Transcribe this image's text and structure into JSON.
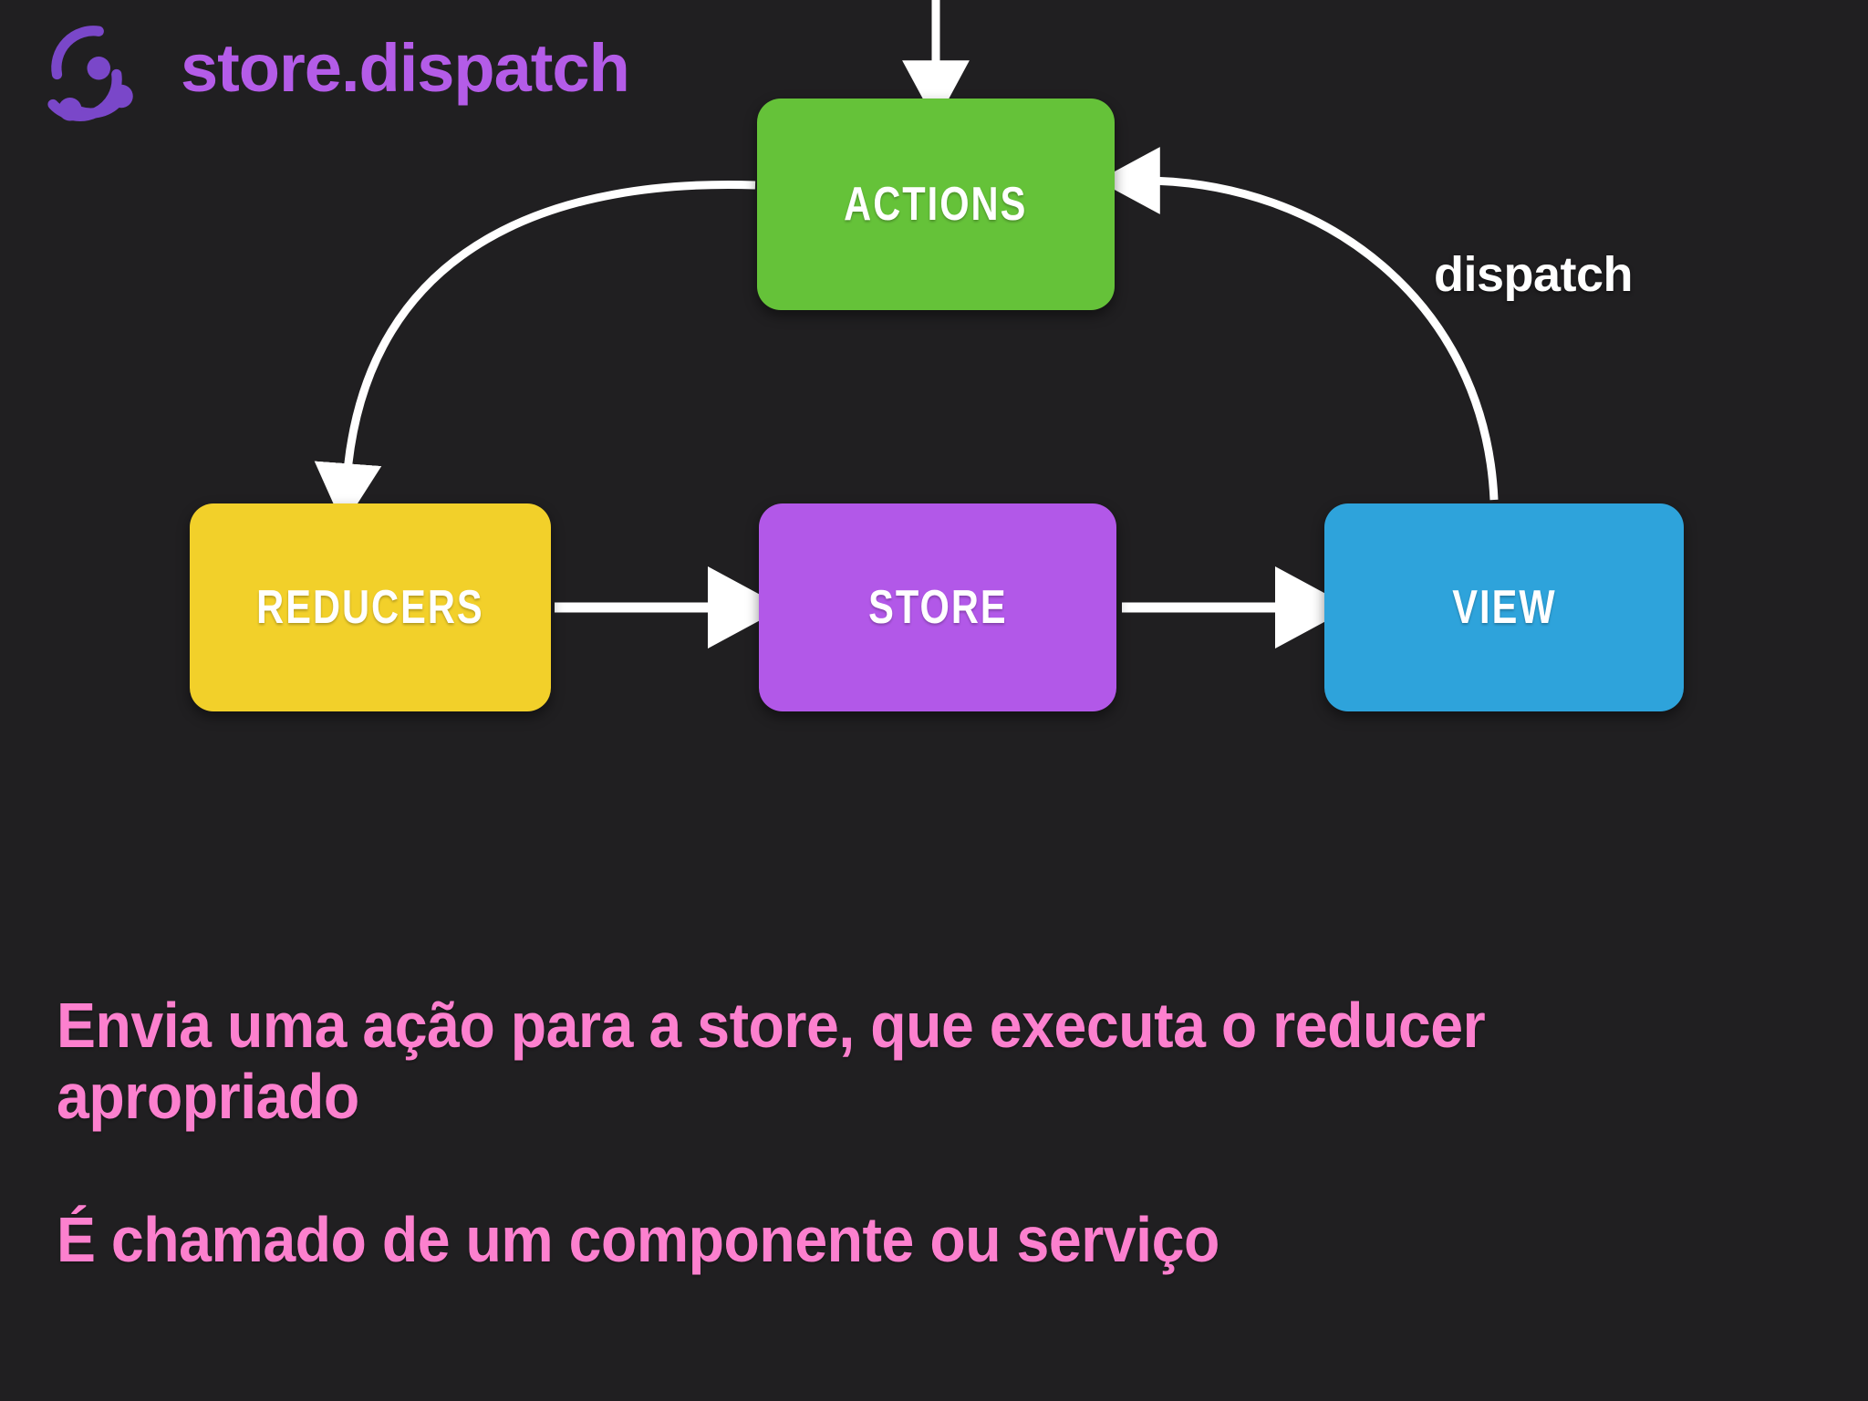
{
  "page": {
    "background_color": "#201F21"
  },
  "header": {
    "logo_icon": "redux-logo-icon",
    "title": "store.dispatch",
    "title_color": "#B45CE8"
  },
  "diagram": {
    "type": "flow-diagram",
    "nodes": [
      {
        "id": "actions",
        "label": "ACTIONS",
        "color": "#65C239"
      },
      {
        "id": "reducers",
        "label": "REDUCERS",
        "color": "#F2D02A"
      },
      {
        "id": "store",
        "label": "STORE",
        "color": "#B258E8"
      },
      {
        "id": "view",
        "label": "VIEW",
        "color": "#2EA3DB"
      }
    ],
    "edges": [
      {
        "from": "external",
        "to": "actions",
        "label": "",
        "style": "straight-arrow-down"
      },
      {
        "from": "actions",
        "to": "reducers",
        "label": "",
        "style": "curved-arrow-left-down"
      },
      {
        "from": "reducers",
        "to": "store",
        "label": "",
        "style": "straight-arrow-right"
      },
      {
        "from": "store",
        "to": "view",
        "label": "",
        "style": "straight-arrow-right"
      },
      {
        "from": "view",
        "to": "actions",
        "label": "dispatch",
        "style": "curved-arrow-up-left"
      }
    ],
    "edge_labels": {
      "dispatch": "dispatch"
    },
    "arrow_color": "#FFFFFF"
  },
  "captions": {
    "color": "#FC80CE",
    "line_1": "Envia uma ação para a store, que executa o reducer apropriado",
    "line_2": "É chamado de um componente ou serviço"
  }
}
